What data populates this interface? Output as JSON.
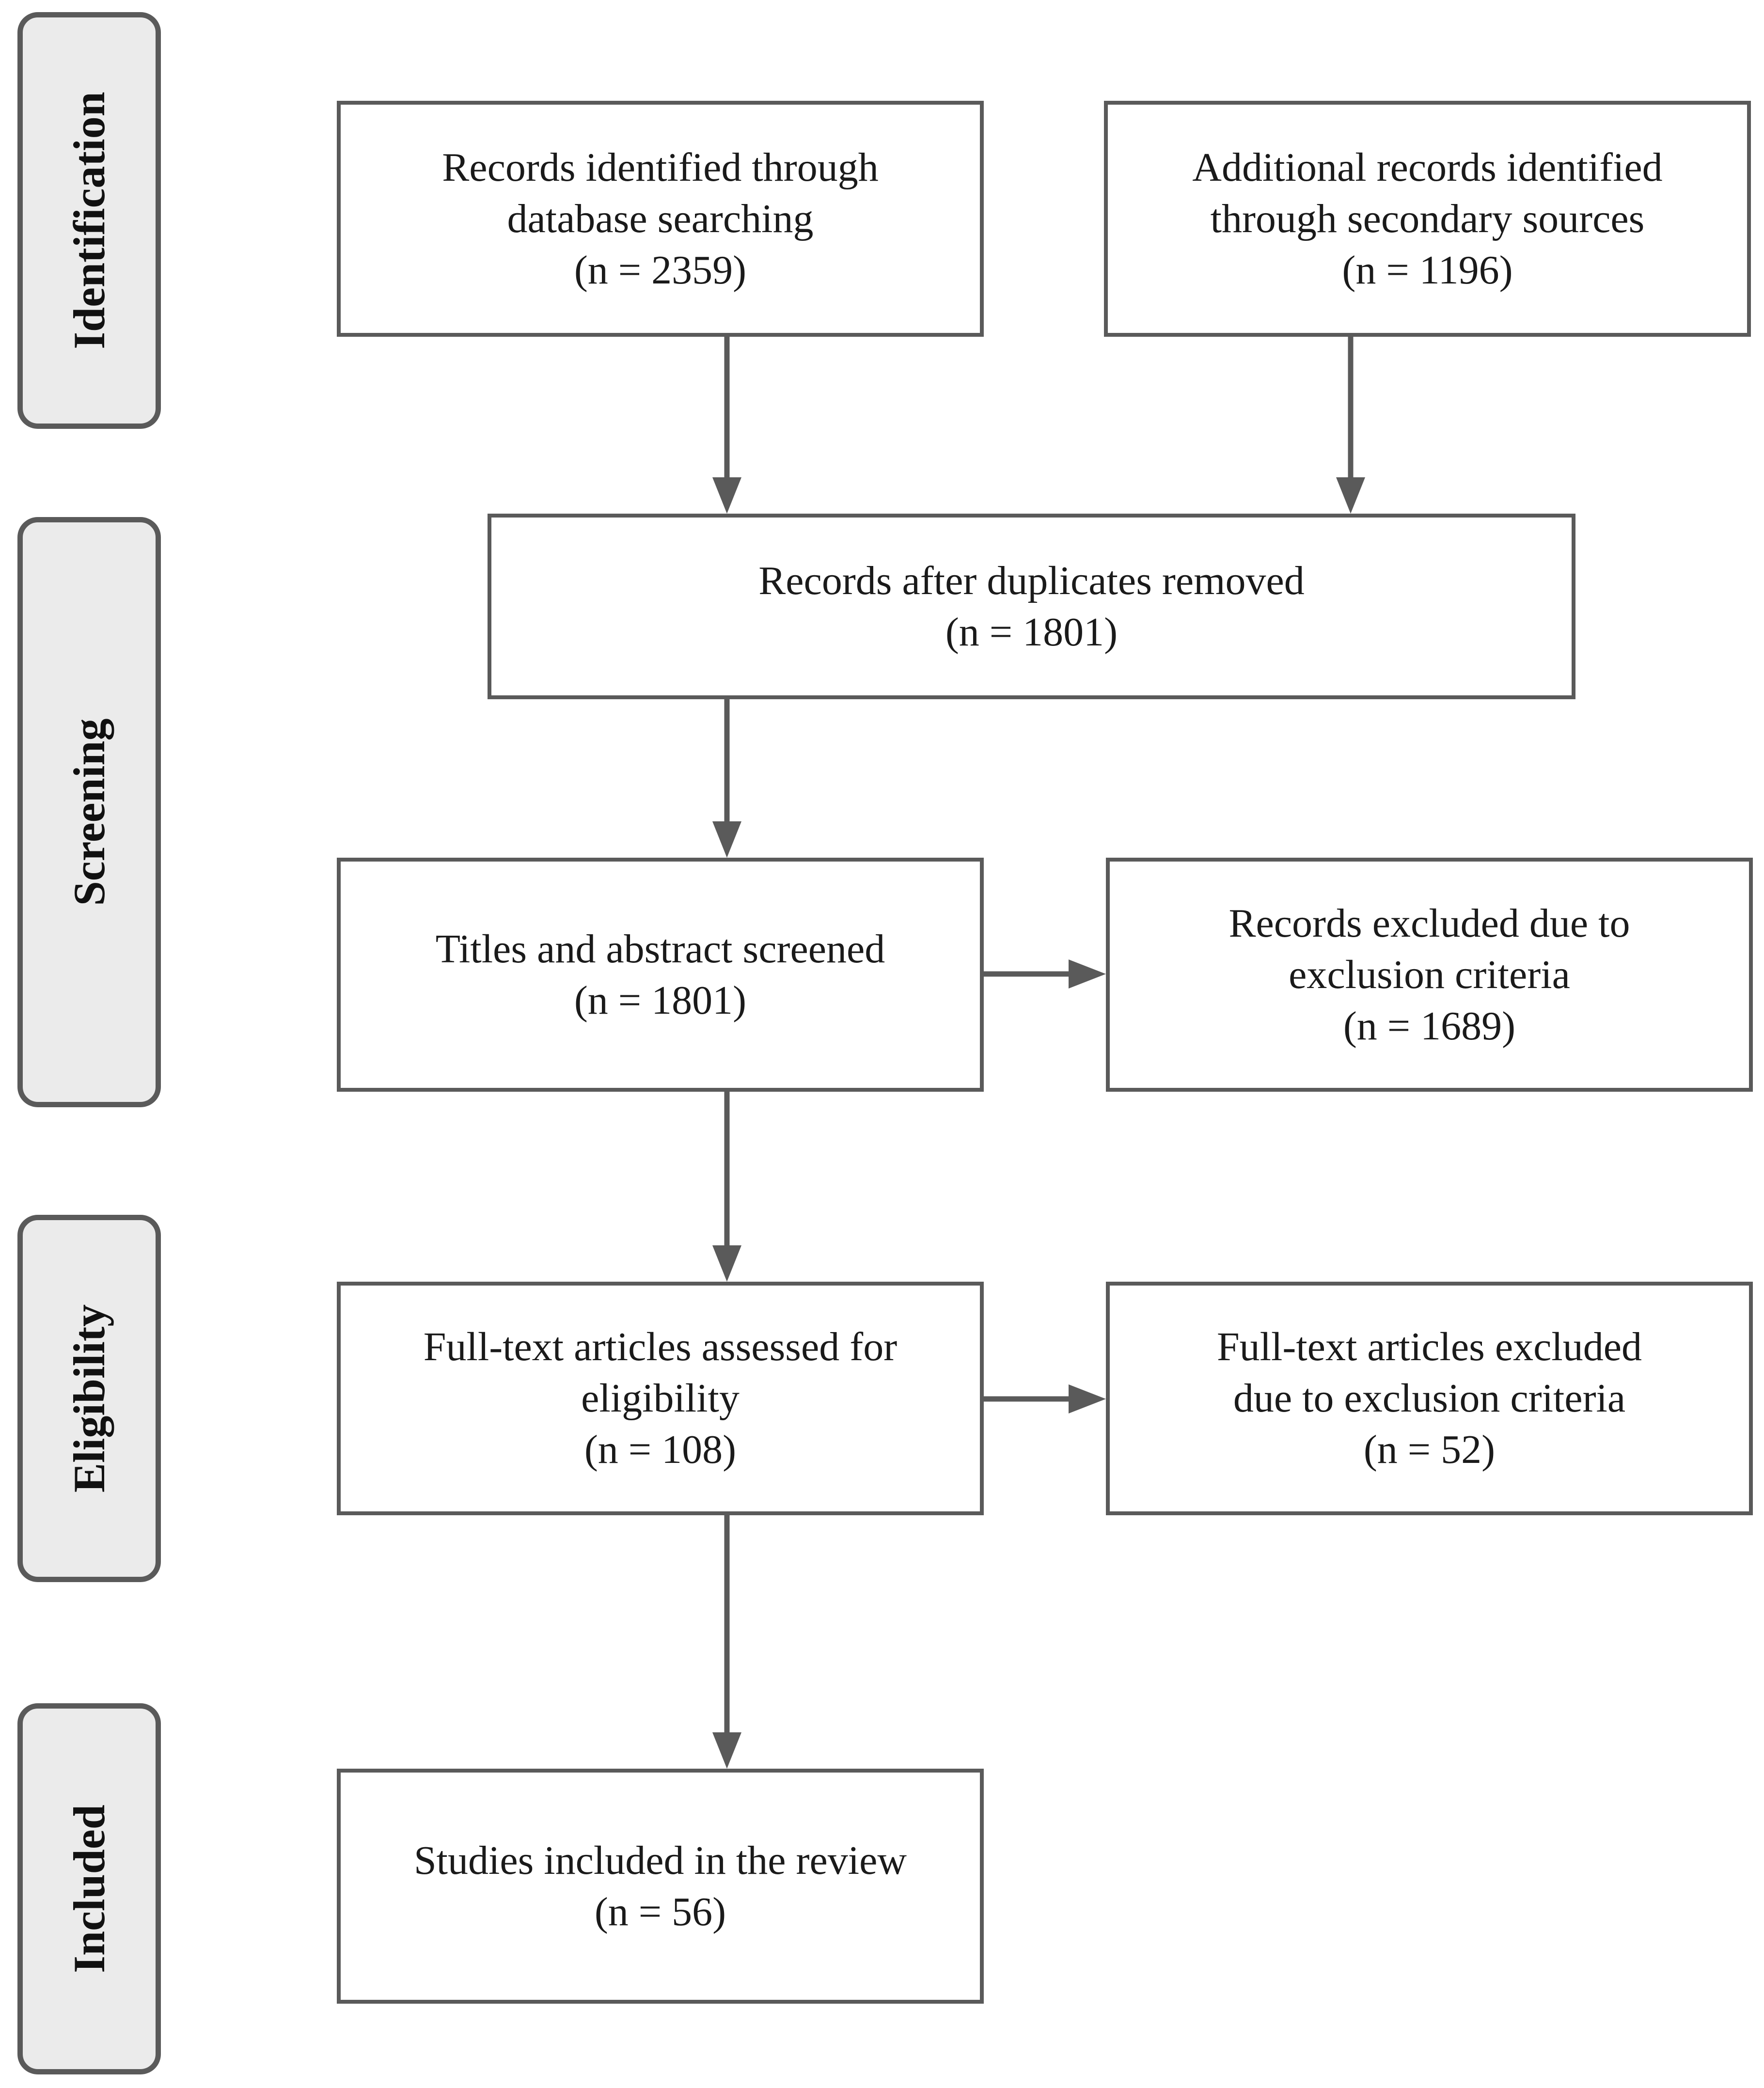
{
  "phases": {
    "identification": "Identification",
    "screening": "Screening",
    "eligibility": "Eligibility",
    "included": "Included"
  },
  "boxes": {
    "database_search": {
      "line1": "Records identified through",
      "line2": "database searching",
      "count": "(n = 2359)"
    },
    "secondary_sources": {
      "line1": "Additional records identified",
      "line2": "through secondary sources",
      "count": "(n = 1196)"
    },
    "duplicates_removed": {
      "line1": "Records after duplicates removed",
      "count": "(n = 1801)"
    },
    "titles_screened": {
      "line1": "Titles and abstract screened",
      "count": "(n = 1801)"
    },
    "records_excluded": {
      "line1": "Records excluded due to",
      "line2": "exclusion criteria",
      "count": "(n = 1689)"
    },
    "fulltext_assessed": {
      "line1": "Full-text articles assessed for",
      "line2": "eligibility",
      "count": "(n = 108)"
    },
    "fulltext_excluded": {
      "line1": "Full-text articles excluded",
      "line2": "due to exclusion criteria",
      "count": "(n = 52)"
    },
    "studies_included": {
      "line1": "Studies included in the review",
      "count": "(n = 56)"
    }
  },
  "colors": {
    "border": "#5a5a5a",
    "arrow": "#5a5a5a",
    "phase_fill": "#ebebeb",
    "text": "#1a1a1a"
  }
}
